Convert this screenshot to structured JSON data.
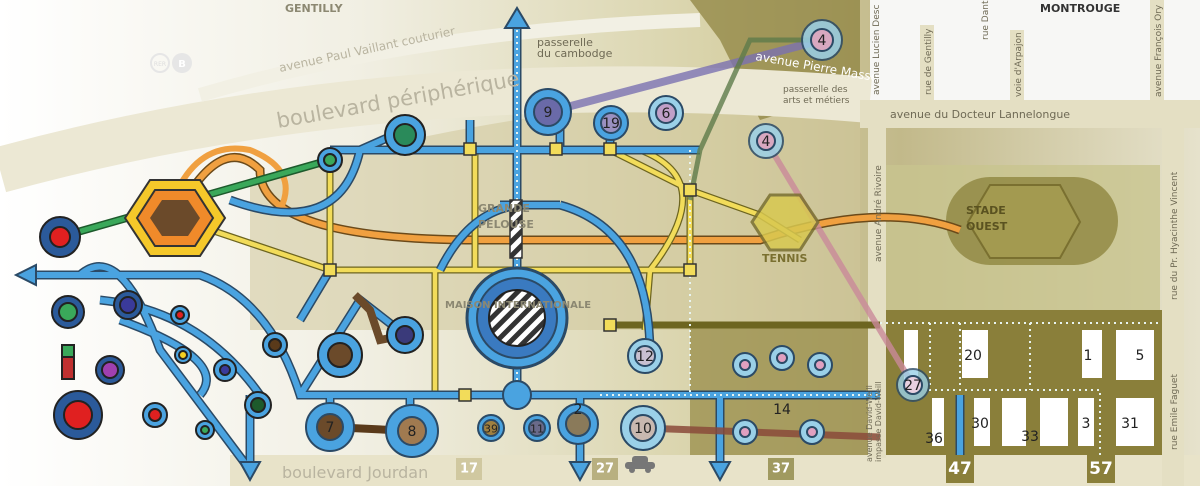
{
  "map": {
    "districts": {
      "gentilly": "GENTILLY",
      "montrouge": "MONTROUGE"
    },
    "roads": {
      "peripherique": "boulevard périphérique",
      "paul_vaillant": "avenue Paul Vaillant couturier",
      "pierre_masse": "avenue Pierre Massé",
      "lannelongue": "avenue du Docteur Lannelongue",
      "jourdan": "boulevard Jourdan",
      "lucien_desc": "avenue Lucien Desc",
      "rue_gentilly": "rue de Gentilly",
      "rue_dant": "rue Dant",
      "voie_arpajon": "voie d'Arpajon",
      "francois_ory": "avenue François Ory",
      "andre_rivoire": "avenue André Rivoire",
      "hyacinthe_vincent": "rue du Pr. Hyacinthe Vincent",
      "emile_faguet": "rue Emile Faguet",
      "david_weill_av": "avenue David-Weill",
      "david_weill_imp": "impasse David-Weill"
    },
    "footbridges": {
      "cambodge_1": "passerelle",
      "cambodge_2": "du cambodge",
      "arts_1": "passerelle des",
      "arts_2": "arts et métiers"
    },
    "places": {
      "grande_1": "GRANDE",
      "grande_2": "PELOUSE",
      "maison": "MAISON INTERNATIONALE",
      "tennis": "TENNIS",
      "stade_1": "STADE",
      "stade_2": "OUEST"
    },
    "transit_badges": {
      "rer": "RER",
      "b": "B"
    },
    "stations": [
      "4",
      "4",
      "9",
      "19",
      "6",
      "12",
      "2",
      "10",
      "39",
      "11",
      "7",
      "8",
      "14"
    ],
    "buildings": [
      "20",
      "1",
      "5",
      "27",
      "30",
      "33",
      "3",
      "36",
      "31"
    ],
    "gates": [
      "47",
      "57",
      "37",
      "27",
      "17"
    ],
    "colors": {
      "blue": "#4aa3e0",
      "yellow": "#f2dc5a",
      "orange": "#f0a040",
      "olive": "#8a7f3a",
      "green": "#3aa85a"
    }
  }
}
